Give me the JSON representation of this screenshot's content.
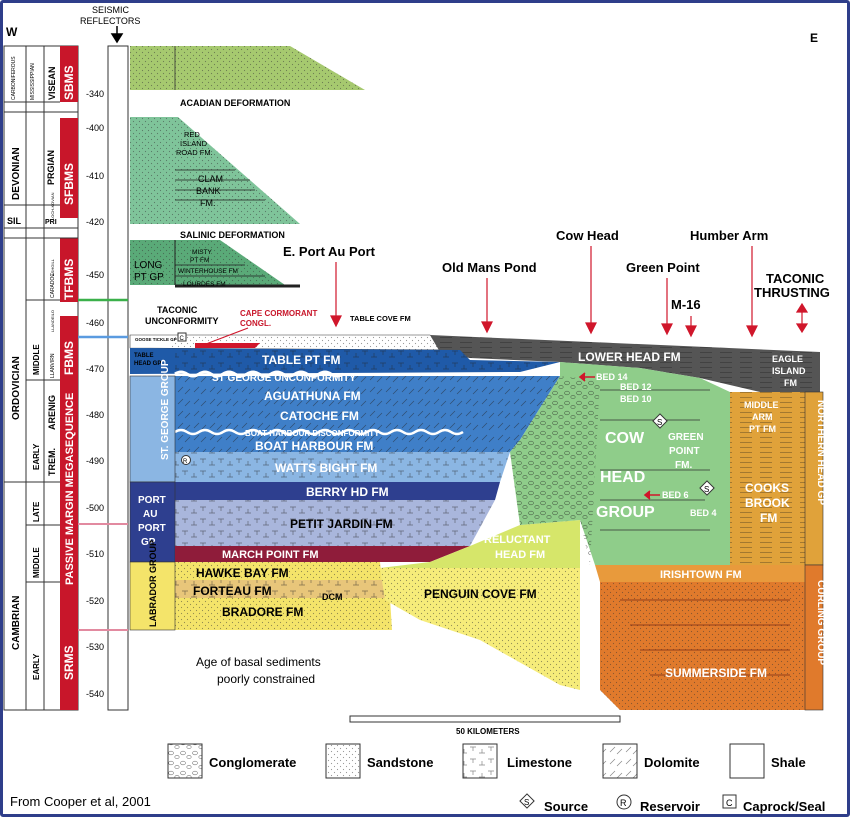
{
  "compass": {
    "west": "W",
    "east": "E"
  },
  "seismic_label": [
    "SEISMIC",
    "REFLECTORS"
  ],
  "time_ticks": [
    "-340",
    "-400",
    "-410",
    "-420",
    "-450",
    "-460",
    "-470",
    "-480",
    "-490",
    "-500",
    "-510",
    "-520",
    "-530",
    "-540"
  ],
  "periods": [
    {
      "name": "CARBONIFEROUS",
      "sub": "MISSISSIPPIAN",
      "stage": "VISEAN"
    },
    {
      "name": "DEVONIAN",
      "stage": "PRGIAN",
      "sub": "LOCH-KOVIAN"
    },
    {
      "name": "SIL",
      "stage": "PRI"
    },
    {
      "name": "ORDOVICIAN"
    },
    {
      "name": "CAMBRIAN"
    }
  ],
  "epochs": [
    "MIDDLE",
    "EARLY",
    "LATE",
    "MIDDLE",
    "EARLY"
  ],
  "stages": [
    "ASHGILL",
    "CARADOC",
    "LLANVIRN",
    "LLANDEILO",
    "ARENIG",
    "TREM."
  ],
  "sequences": [
    "SBMS",
    "SFBMS",
    "TFBMS",
    "FBMS",
    "PASSIVE MARGIN MEGASEQUENCE",
    "SRMS"
  ],
  "locations": {
    "e_port_au_port": "E. Port Au Port",
    "old_mans_pond": "Old Mans Pond",
    "cow_head": "Cow Head",
    "humber_arm": "Humber Arm",
    "green_point": "Green Point",
    "m16": "M-16",
    "taconic_thrusting": "TACONIC THRUSTING"
  },
  "deformations": {
    "acadian": "ACADIAN DEFORMATION",
    "salinic": "SALINIC DEFORMATION",
    "taconic_unconformity": "TACONIC UNCONFORMITY",
    "st_george_unconformity": "ST GEORGE UNCONFORMITY",
    "boat_harbour_disconformity": "BOAT HARBOUR DISCONFORMITY"
  },
  "formations": {
    "red_island": "RED ISLAND ROAD FM.",
    "clam_bank": "CLAM BANK FM.",
    "long_pt": "LONG PT GP",
    "misty_pt": "MISTY PT FM",
    "winterhouse": "WINTERHOUSE FM",
    "lourdes": "LOURDES FM",
    "cape_cormorant": "CAPE CORMORANT CONGL.",
    "table_cove": "TABLE COVE FM",
    "goose_tickle": "GOOSE TICKLE GP",
    "table_head": "TABLE HEAD GP",
    "table_pt": "TABLE PT FM",
    "aguathuna": "AGUATHUNA FM",
    "catoche": "CATOCHE FM",
    "boat_harbour": "BOAT HARBOUR FM",
    "watts_bight": "WATTS BIGHT FM",
    "st_george": "ST. GEORGE GROUP",
    "berry_hd": "BERRY HD FM",
    "petit_jardin": "PETIT JARDIN FM",
    "port_au_port": "PORT AU PORT GP",
    "march_point": "MARCH POINT FM",
    "hawke_bay": "HAWKE BAY FM",
    "forteau": "FORTEAU FM",
    "dcm": "DCM",
    "bradore": "BRADORE FM",
    "labrador": "LABRADOR GROUP",
    "reluctant_head": "RELUCTANT HEAD FM",
    "penguin_cove": "PENGUIN COVE FM",
    "lower_head": "LOWER HEAD FM",
    "bed14": "BED 14",
    "bed12": "BED 12",
    "bed10": "BED 10",
    "bed6": "BED 6",
    "bed4": "BED 4",
    "cow_head_group": "COW HEAD GROUP",
    "green_point_fm": "GREEN POINT FM.",
    "eagle_island": "EAGLE ISLAND FM",
    "middle_arm_pt": "MIDDLE ARM PT FM",
    "cooks_brook": "COOKS BROOK FM",
    "northern_head": "NORTHERN HEAD GP",
    "irishtown": "IRISHTOWN FM",
    "summerside": "SUMMERSIDE FM",
    "curling": "CURLING GROUP"
  },
  "basal_note": [
    "Age of basal sediments",
    "poorly constrained"
  ],
  "scale_label": "50 KILOMETERS",
  "legend": [
    "Conglomerate",
    "Sandstone",
    "Limestone",
    "Dolomite",
    "Shale"
  ],
  "symbols": [
    {
      "glyph": "S",
      "label": "Source"
    },
    {
      "glyph": "R",
      "label": "Reservoir"
    },
    {
      "glyph": "C",
      "label": "Caprock/Seal"
    }
  ],
  "citation": "From Cooper et al, 2001",
  "colors": {
    "frame": "#2f3e8a",
    "green_light": "#8fcd8a",
    "green_mid": "#5aaa78",
    "blue_dark": "#1f5aa8",
    "blue_mid": "#3f7fc8",
    "blue_light": "#8bb6e3",
    "navy": "#2e3f8f",
    "maroon": "#8f1c3a",
    "yellow": "#f4e46a",
    "tan": "#e8c67a",
    "lime": "#d6e66a",
    "orange": "#e07a2c",
    "gold": "#e0a23a",
    "grey_dark": "#555",
    "red": "#d0162b"
  }
}
